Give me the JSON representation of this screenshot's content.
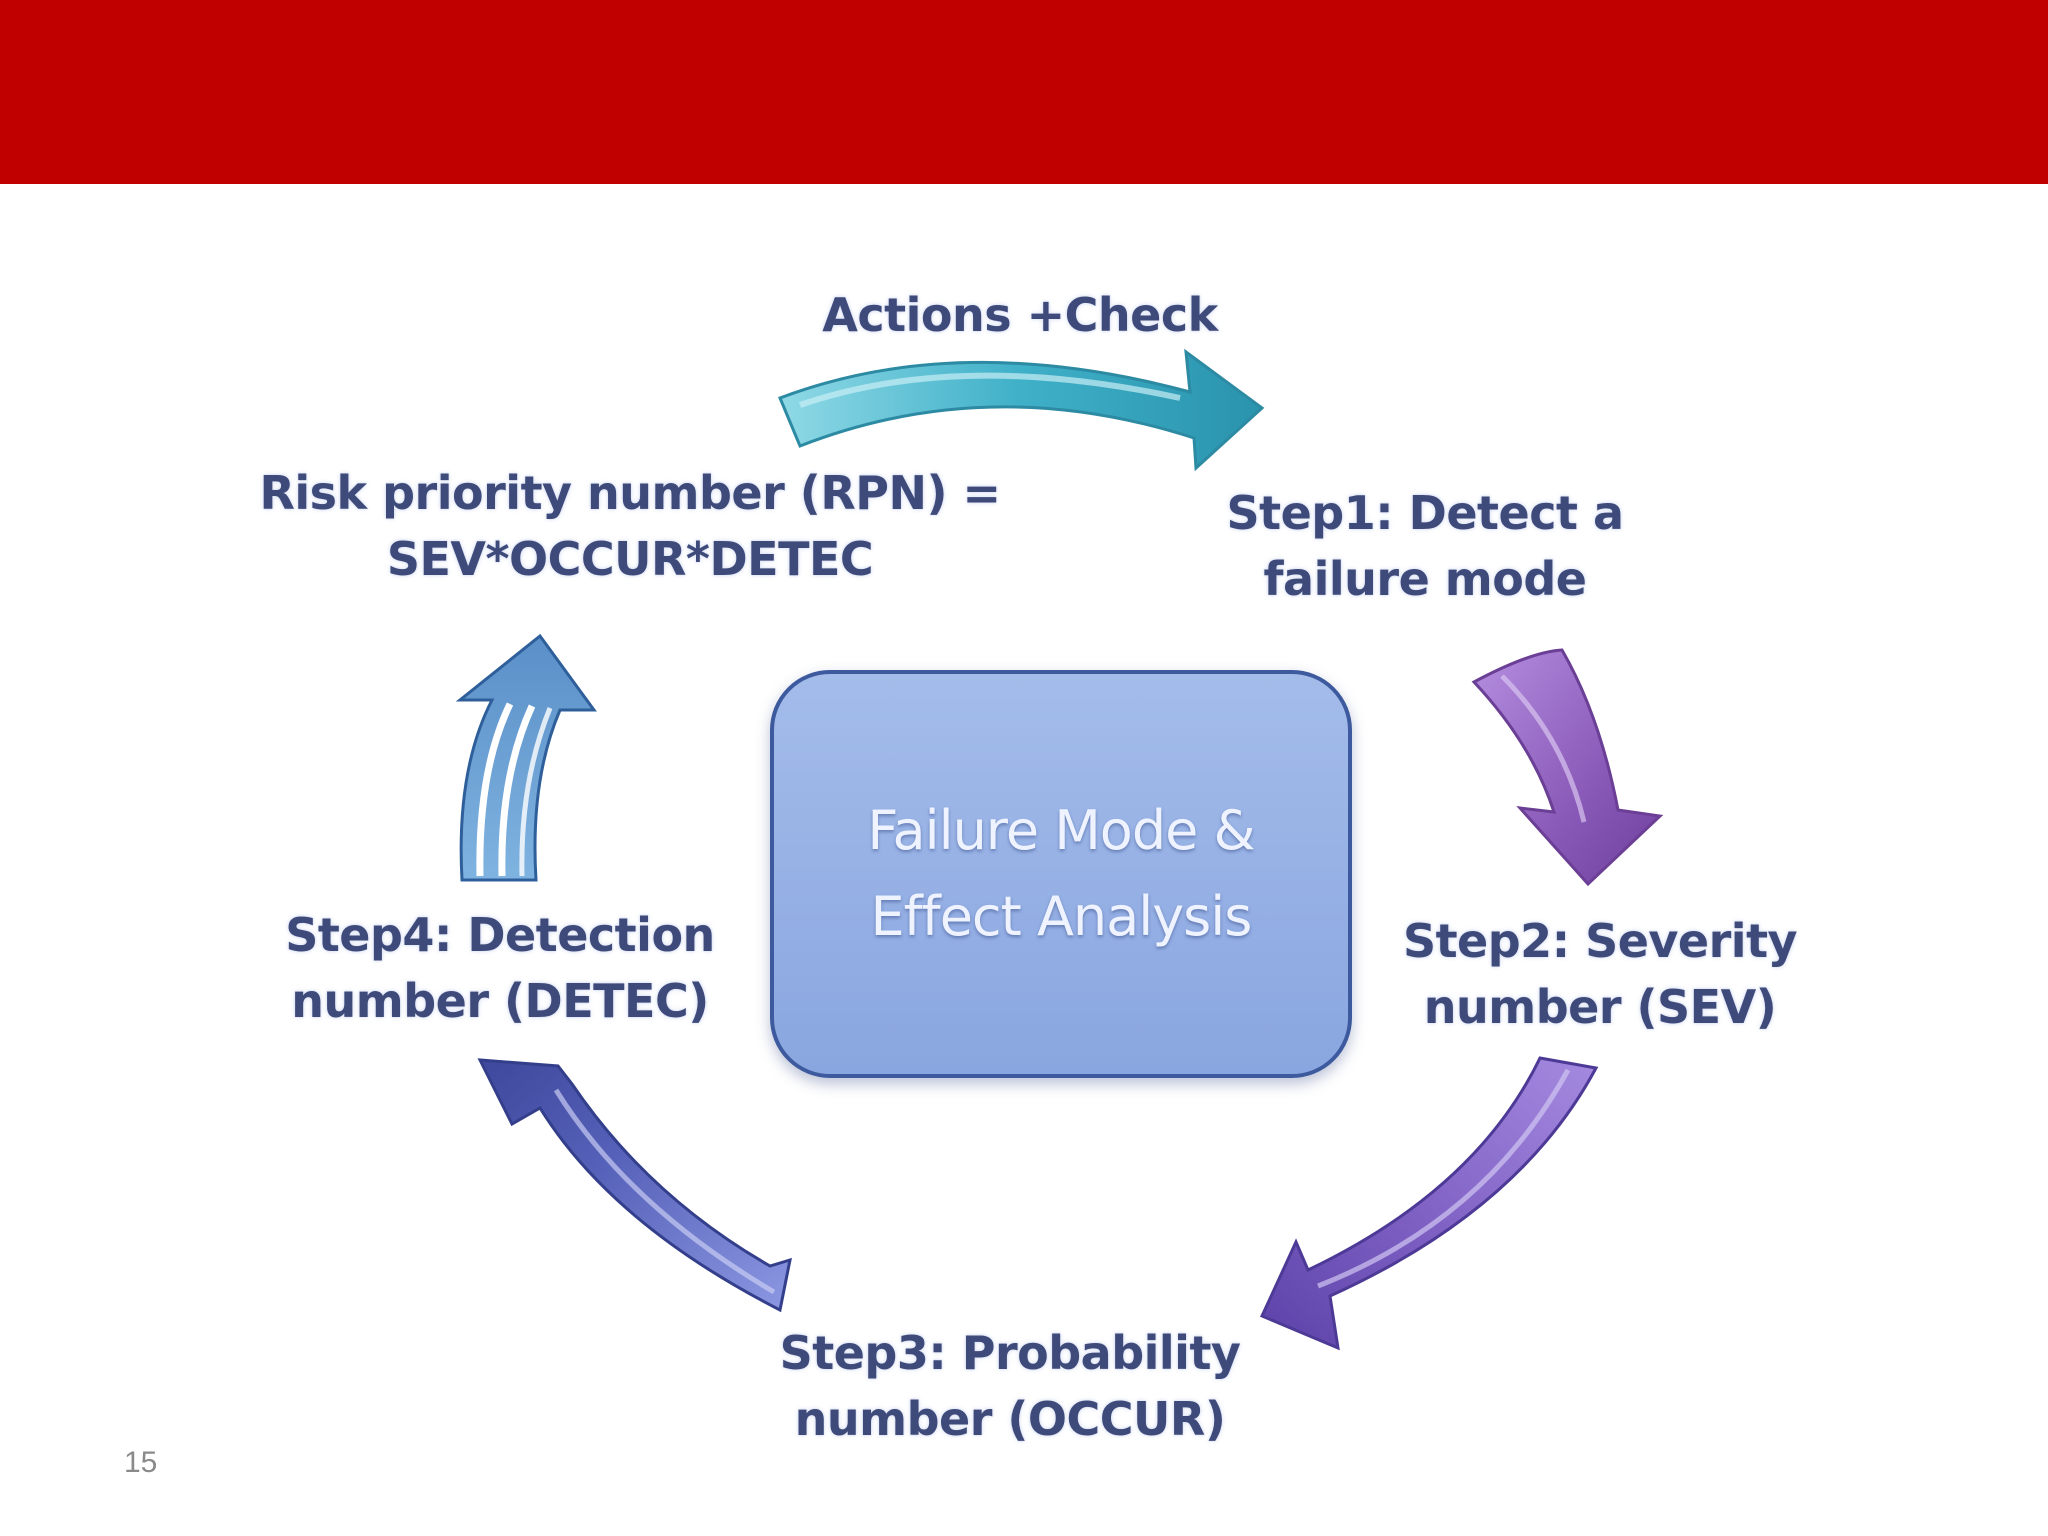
{
  "header": {
    "color": "#c00000"
  },
  "diagram": {
    "center": {
      "line1": "Failure Mode &",
      "line2": "Effect Analysis"
    },
    "top_label": "Actions +Check",
    "rpn": {
      "line1": "Risk priority number (RPN) =",
      "line2": "SEV*OCCUR*DETEC"
    },
    "step1": {
      "line1": "Step1: Detect a",
      "line2": "failure mode"
    },
    "step2": {
      "line1": "Step2: Severity",
      "line2": "number (SEV)"
    },
    "step3": {
      "line1": "Step3: Probability",
      "line2": "number (OCCUR)"
    },
    "step4": {
      "line1": "Step4: Detection",
      "line2": "number (DETEC)"
    },
    "arrows": [
      {
        "name": "actions-check-arrow",
        "color": "#3fb0c8"
      },
      {
        "name": "step1-to-step2-arrow",
        "color": "#8a5ab8"
      },
      {
        "name": "step2-to-step3-arrow",
        "color": "#7a5cc0"
      },
      {
        "name": "step3-to-step4-arrow",
        "color": "#5560b8"
      },
      {
        "name": "step4-to-rpn-arrow",
        "color": "#6aa6d8"
      }
    ]
  },
  "page_number": "15"
}
